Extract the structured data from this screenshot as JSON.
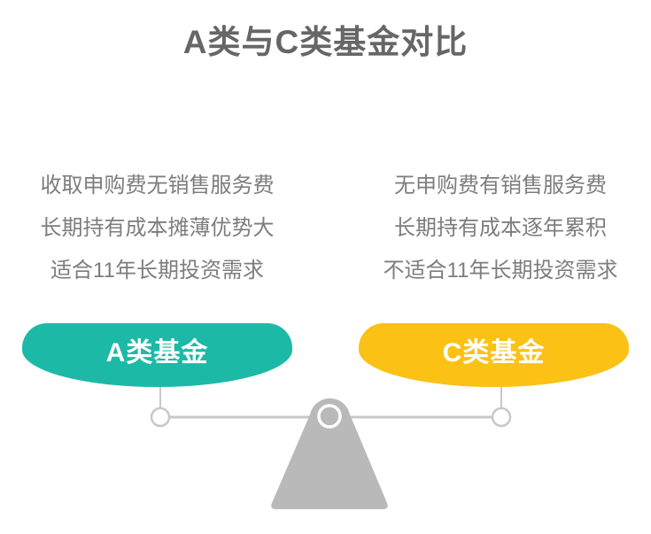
{
  "title": "A类与C类基金对比",
  "comparison": {
    "a_fund": {
      "label": "A类基金",
      "points": [
        "收取申购费无销售服务费",
        "长期持有成本摊薄优势大",
        "适合11年长期投资需求"
      ]
    },
    "c_fund": {
      "label": "C类基金",
      "points": [
        "无申购费有销售服务费",
        "长期持有成本逐年累积",
        "不适合11年长期投资需求"
      ]
    }
  },
  "colors": {
    "a_fund_pan": "#1cbaa6",
    "c_fund_pan": "#fcc115",
    "title_text": "#666666",
    "body_text": "#7d7d7d",
    "fulcrum_gray": "#b9b9b9",
    "beam_gray": "#c8c8c8"
  },
  "icons": {
    "balance_scale": "balance-scale"
  }
}
